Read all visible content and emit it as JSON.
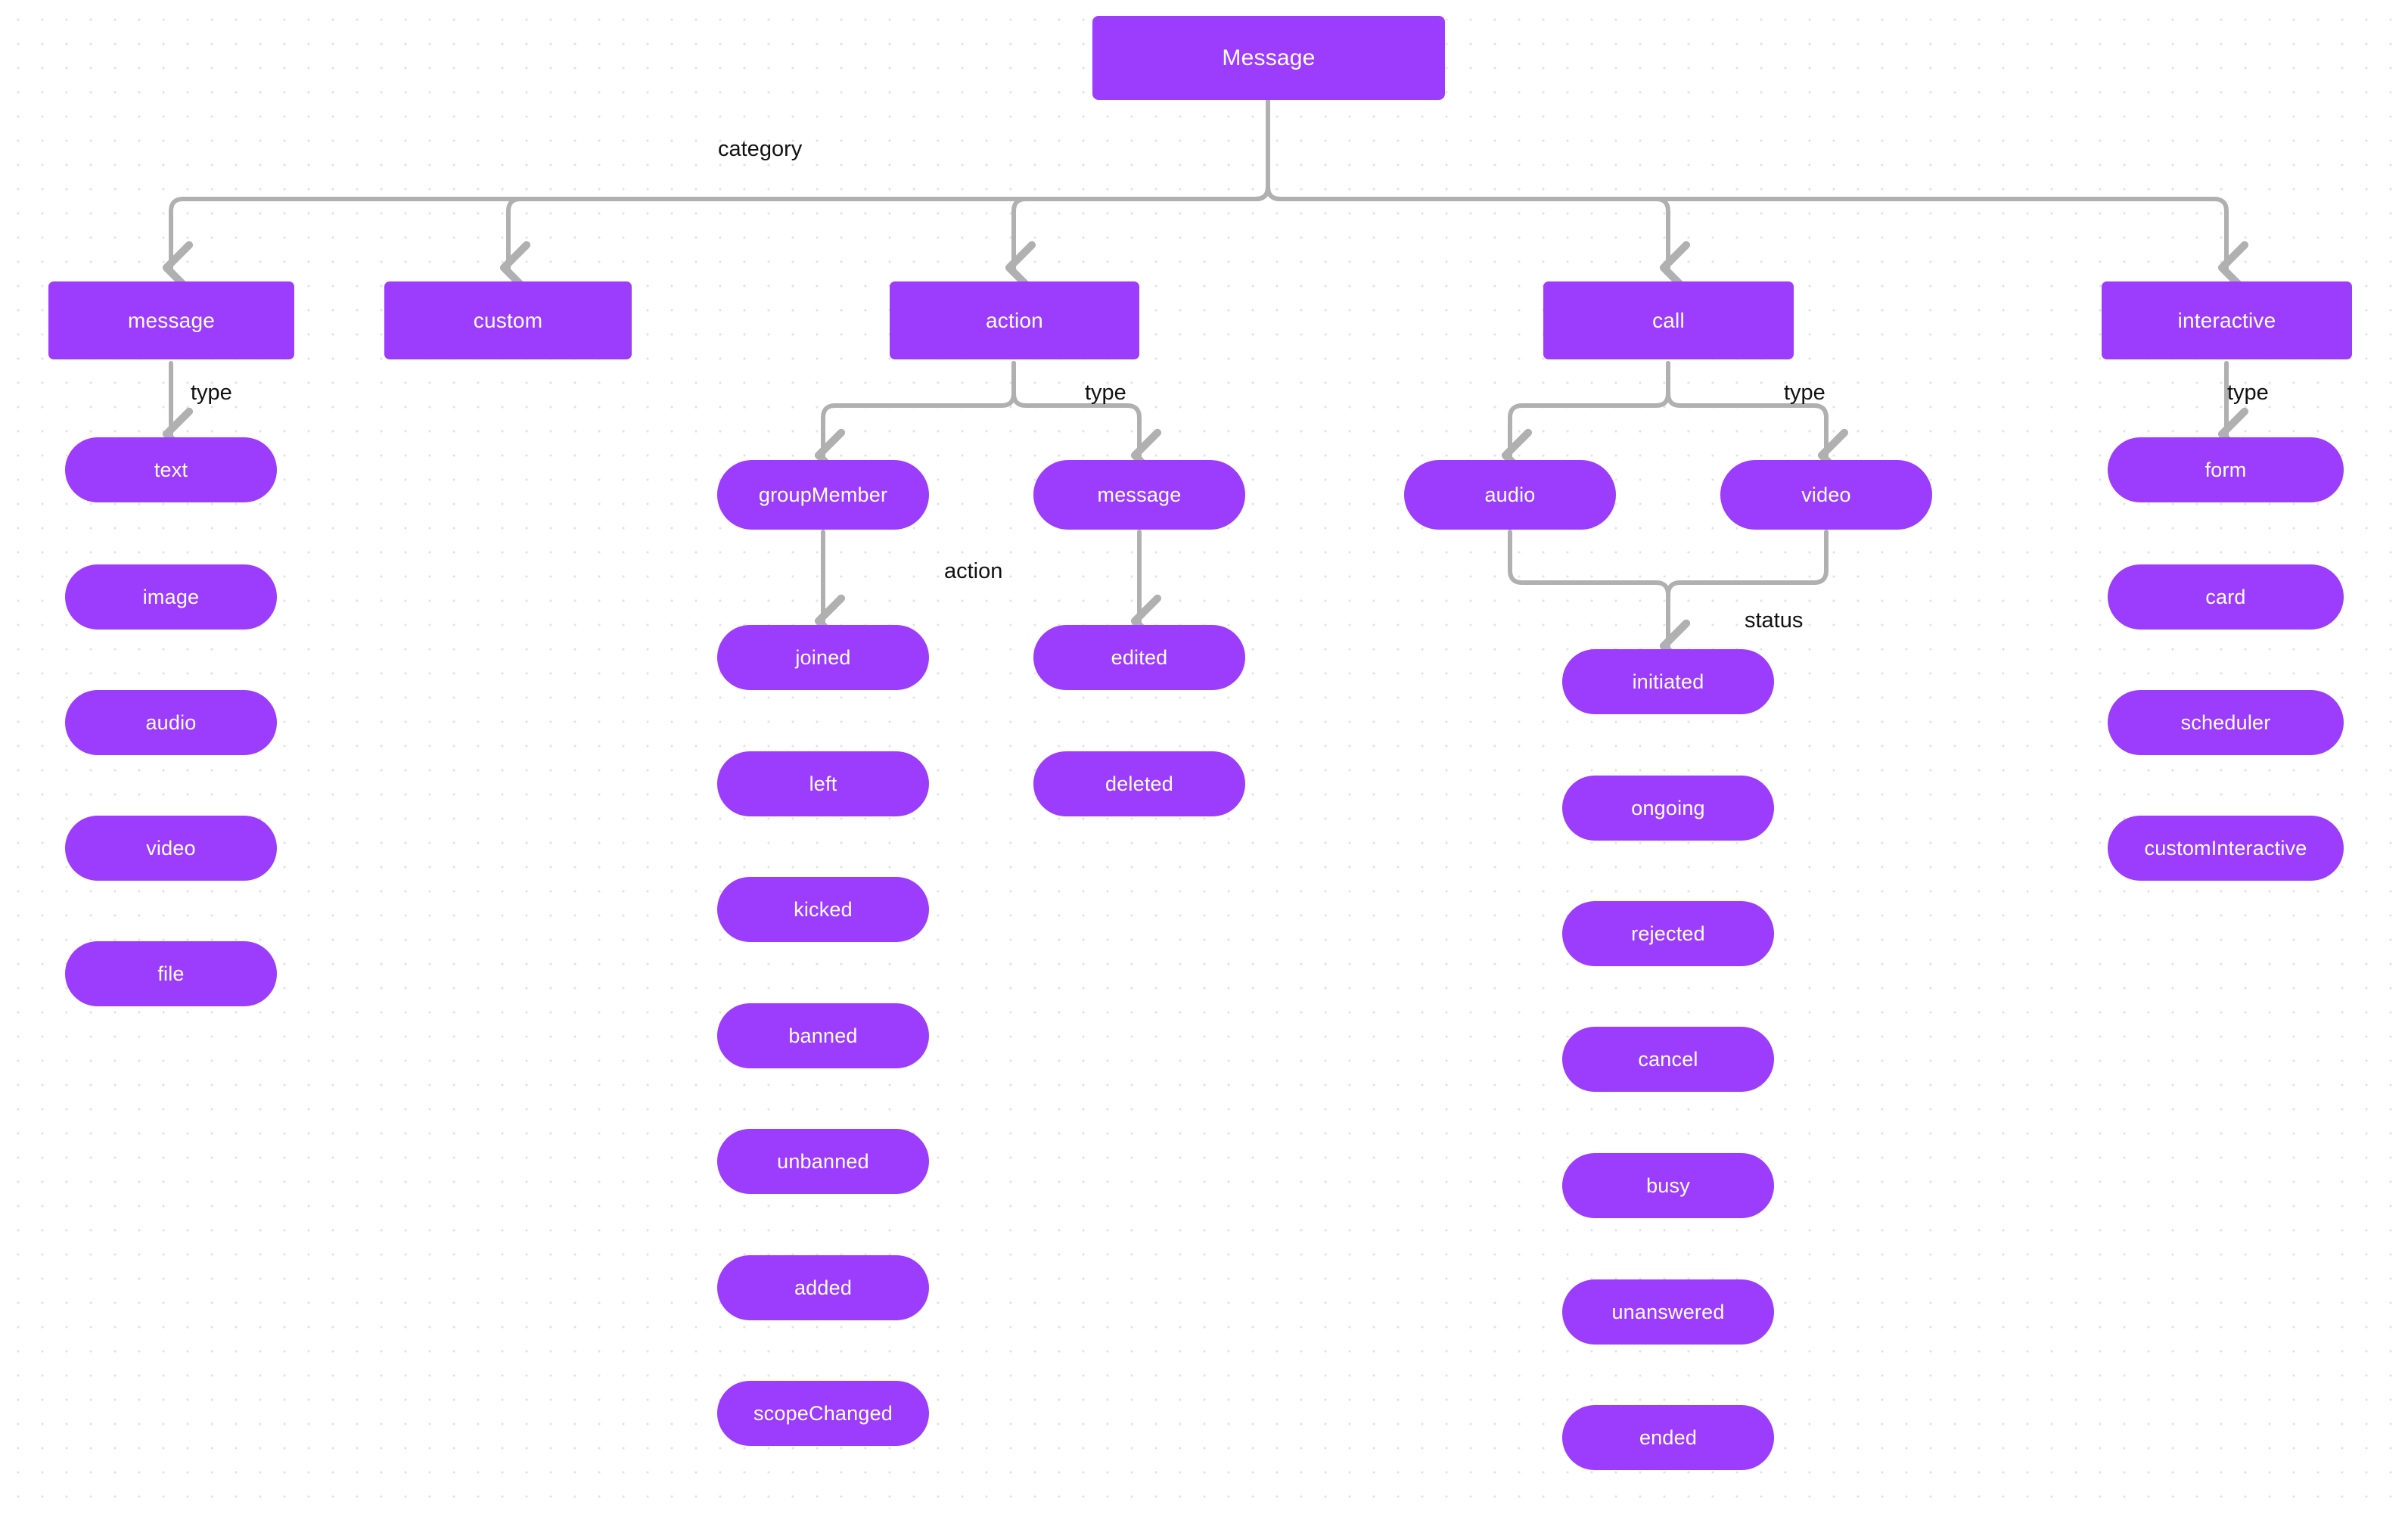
{
  "diagram": {
    "title": "Message",
    "theme": {
      "node_fill": "#9c3cfd",
      "node_text": "#ffffff",
      "edge_stroke": "#b0b0b0",
      "label_text": "#111111",
      "background": "#ffffff",
      "grid_dot": "#e3e3e3"
    },
    "root": {
      "label": "Message"
    },
    "edge_labels": {
      "category": "category",
      "type_message": "type",
      "type_action": "type",
      "action_groupmember": "action",
      "type_call": "type",
      "status_call": "status",
      "type_interactive": "type"
    },
    "categories": [
      {
        "label": "message"
      },
      {
        "label": "custom"
      },
      {
        "label": "action"
      },
      {
        "label": "call"
      },
      {
        "label": "interactive"
      }
    ],
    "message_types": [
      {
        "label": "text"
      },
      {
        "label": "image"
      },
      {
        "label": "audio"
      },
      {
        "label": "video"
      },
      {
        "label": "file"
      }
    ],
    "action_types": [
      {
        "label": "groupMember"
      },
      {
        "label": "message"
      }
    ],
    "group_member_actions": [
      {
        "label": "joined"
      },
      {
        "label": "left"
      },
      {
        "label": "kicked"
      },
      {
        "label": "banned"
      },
      {
        "label": "unbanned"
      },
      {
        "label": "added"
      },
      {
        "label": "scopeChanged"
      }
    ],
    "message_actions": [
      {
        "label": "edited"
      },
      {
        "label": "deleted"
      }
    ],
    "call_types": [
      {
        "label": "audio"
      },
      {
        "label": "video"
      }
    ],
    "call_statuses": [
      {
        "label": "initiated"
      },
      {
        "label": "ongoing"
      },
      {
        "label": "rejected"
      },
      {
        "label": "cancel"
      },
      {
        "label": "busy"
      },
      {
        "label": "unanswered"
      },
      {
        "label": "ended"
      }
    ],
    "interactive_types": [
      {
        "label": "form"
      },
      {
        "label": "card"
      },
      {
        "label": "scheduler"
      },
      {
        "label": "customInteractive"
      }
    ]
  }
}
